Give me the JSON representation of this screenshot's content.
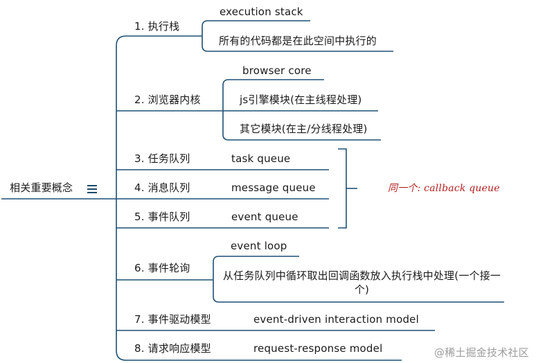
{
  "root": {
    "label": "相关重要概念",
    "icon": "menu-lines-icon"
  },
  "branches": [
    {
      "label": "1. 执行栈",
      "children": [
        "execution stack",
        "所有的代码都是在此空间中执行的"
      ]
    },
    {
      "label": "2. 浏览器内核",
      "children": [
        "browser core",
        "js引擎模块(在主线程处理)",
        "其它模块(在主/分线程处理)"
      ]
    },
    {
      "label": "3. 任务队列",
      "children": [
        "task queue"
      ]
    },
    {
      "label": "4. 消息队列",
      "children": [
        "message queue"
      ]
    },
    {
      "label": "5. 事件队列",
      "children": [
        "event queue"
      ]
    },
    {
      "label": "6. 事件轮询",
      "children": [
        "event loop",
        "从任务队列中循环取出回调函数放入执行栈中处理(一个接一个)"
      ]
    },
    {
      "label": "7. 事件驱动模型",
      "children": [
        "event-driven interaction model"
      ]
    },
    {
      "label": "8. 请求响应模型",
      "children": [
        "request-response model"
      ]
    }
  ],
  "bracket_note": "同一个: callback queue",
  "colors": {
    "line": "#1d4f75",
    "note": "#b21e1e"
  },
  "watermark": "@稀土掘金技术社区"
}
